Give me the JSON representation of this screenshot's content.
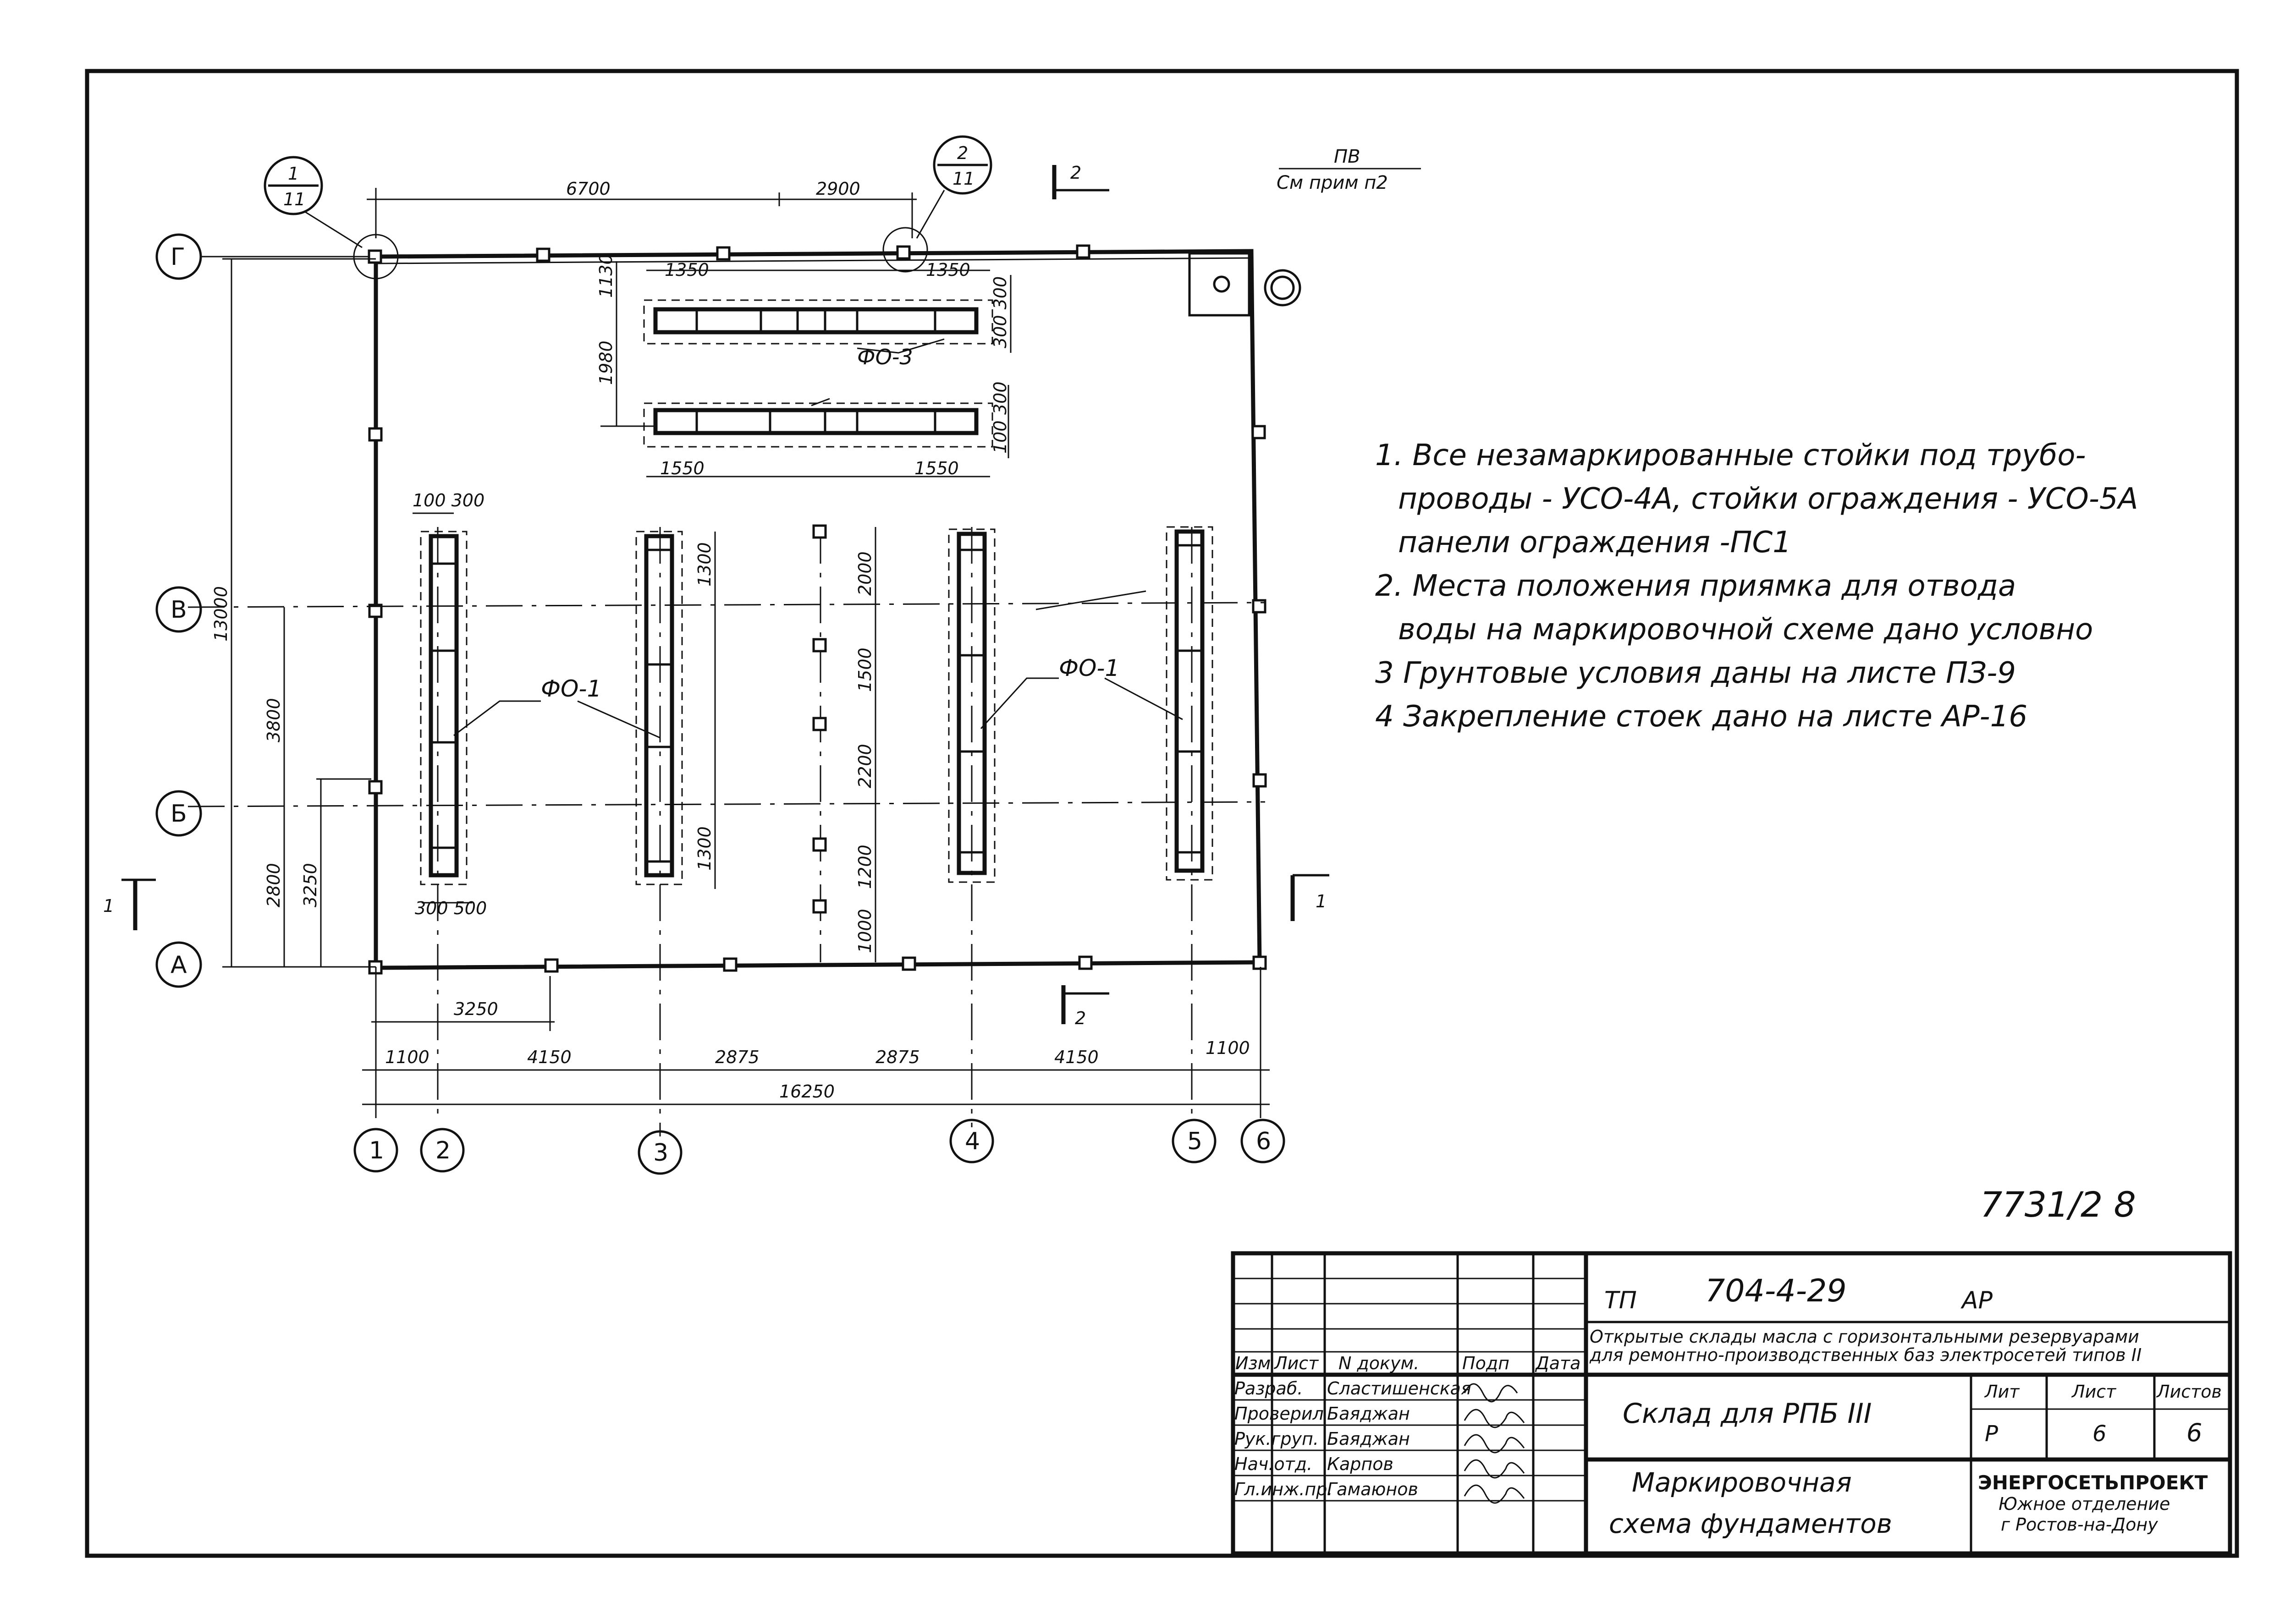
{
  "drawing": {
    "axes_letters": [
      "Г",
      "В",
      "Б",
      "А"
    ],
    "axes_numbers": [
      "1",
      "2",
      "3",
      "4",
      "5",
      "6"
    ],
    "callouts": [
      {
        "num": "1",
        "sheet": "11"
      },
      {
        "num": "2",
        "sheet": "11"
      }
    ],
    "section_marks": [
      "2",
      "2",
      "1",
      "1"
    ],
    "reference_note": {
      "top": "ПВ",
      "bottom": "См прим п2"
    },
    "dimensions": {
      "top_6700": "6700",
      "top_2900": "2900",
      "d1350_a": "1350",
      "d1350_b": "1350",
      "d1130": "1130",
      "d1980": "1980",
      "d300_300": "300 300",
      "d300": "300",
      "d100_300": "100 300",
      "d100": "100",
      "d1550_a": "1550",
      "d1550_b": "1550",
      "d1300_a": "1300",
      "d1300_b": "1300",
      "d2000": "2000",
      "d1500": "1500",
      "d2200": "2200",
      "d1200": "1200",
      "d1000": "1000",
      "d13000": "13000",
      "d3800": "3800",
      "d2800": "2800",
      "d3250_v": "3250",
      "d300_500": "300 500",
      "d3250_h": "3250",
      "b1100_a": "1100",
      "b4150_a": "4150",
      "b2875_a": "2875",
      "b2875_b": "2875",
      "b4150_b": "4150",
      "b1100_b": "1100",
      "b16250": "16250"
    },
    "labels": {
      "fo3": "ФО-3",
      "fo1_left": "ФО-1",
      "fo1_right": "ФО-1"
    }
  },
  "notes": [
    "1.   Все   незамаркированные   стойки  под  трубо-",
    "проводы  -  УСО-4А,   стойки   ограждения  - УСО-5А",
    "панели  ограждения  -ПС1",
    "2.      Места     положения    приямка   для   отвода",
    "воды   на   маркировочной   схеме    дано   условно",
    "3  Грунтовые   условия   даны   на   листе  ПЗ-9",
    "4  Закрепление   стоек   дано  на  листе  АР-16"
  ],
  "sheet_ref": "7731/2   8",
  "title_block": {
    "project_prefix": "ТП",
    "project_code": "704-4-29",
    "project_suffix": "АР",
    "description_line1": "Открытые склады масла с горизонтальными резервуарами",
    "description_line2": "для ремонтно-производственных баз электросетей типов II",
    "headers": {
      "izm": "Изм",
      "list": "Лист",
      "ndoc": "N докум.",
      "podp": "Подп",
      "data": "Дата"
    },
    "roles": [
      {
        "role": "Разраб.",
        "name": "Сластишенская"
      },
      {
        "role": "Проверил",
        "name": "Баяджан"
      },
      {
        "role": "Рук.груп.",
        "name": "Баяджан"
      },
      {
        "role": "Нач.отд.",
        "name": "Карпов"
      },
      {
        "role": "Гл.инж.пр.",
        "name": "Гамаюнов"
      }
    ],
    "object_name": "Склад  для  РПБ  III",
    "lit_header": "Лит",
    "list_header": "Лист",
    "lists_header": "Листов",
    "lit_value": "Р",
    "list_value": "6",
    "lists_value": "6",
    "sheet_title_line1": "Маркировочная",
    "sheet_title_line2": "схема  фундаментов",
    "organization_line1": "ЭНЕРГОСЕТЬПРОЕКТ",
    "organization_line2": "Южное  отделение",
    "organization_line3": "г  Ростов-на-Дону"
  }
}
